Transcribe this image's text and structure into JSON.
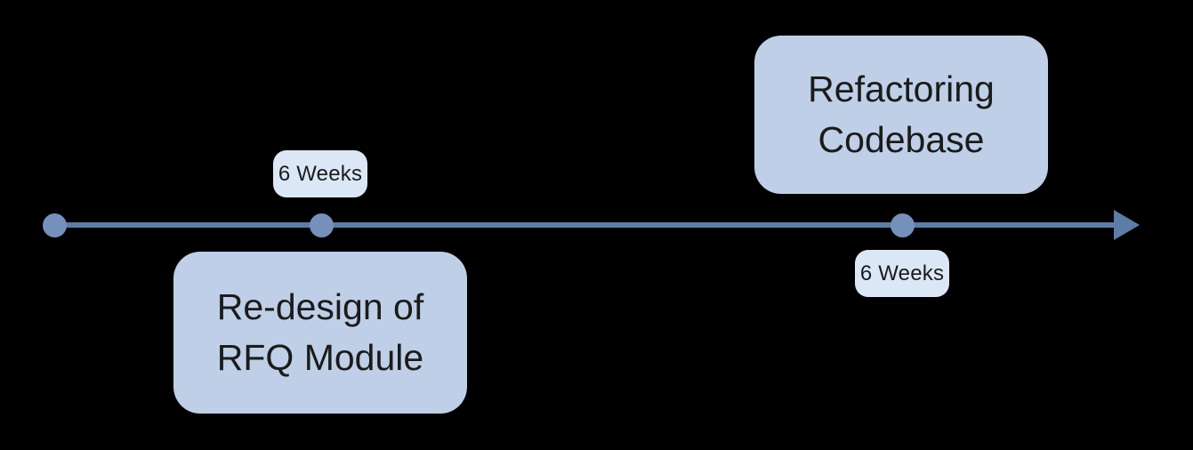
{
  "canvas": {
    "background": "#000000"
  },
  "timeline": {
    "type": "horizontal-arrow-timeline",
    "line_color": "#5D7DA6",
    "dot_color": "#7590BB",
    "card_bg": "#BFCFE7",
    "badge_bg": "#DBE7F7",
    "text_color": "#1B1B1B",
    "dot_count": 3,
    "milestones": [
      {
        "title": "Re-design of RFQ Module",
        "title_line1": "Re-design of",
        "title_line2": "RFQ Module",
        "duration": "6 Weeks",
        "card_position": "below-line",
        "badge_position": "above-line"
      },
      {
        "title": "Refactoring Codebase",
        "title_line1": "Refactoring",
        "title_line2": "Codebase",
        "duration": "6 Weeks",
        "card_position": "above-line",
        "badge_position": "below-line"
      }
    ]
  }
}
